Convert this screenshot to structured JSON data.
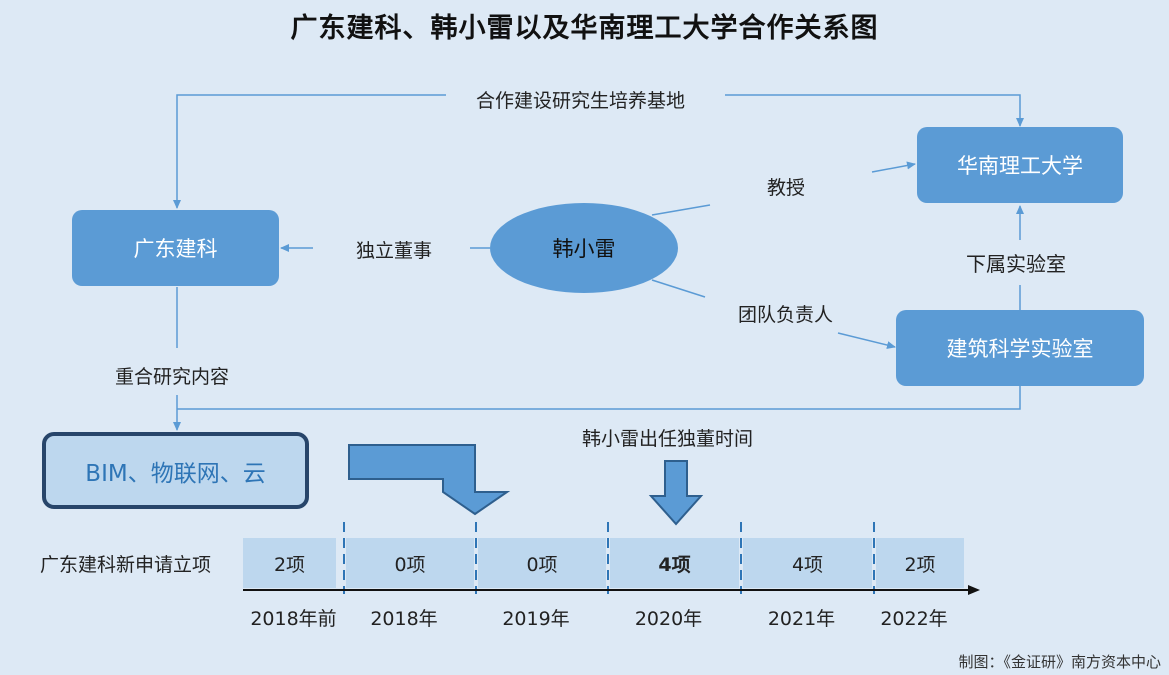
{
  "title": "广东建科、韩小雷以及华南理工大学合作关系图",
  "nodes": {
    "gdjk": "广东建科",
    "scut": "华南理工大学",
    "han": "韩小雷",
    "lab": "建筑科学实验室",
    "bim": "BIM、物联网、云"
  },
  "edges": {
    "base": "合作建设研究生培养基地",
    "professor": "教授",
    "director": "独立董事",
    "subordinate_lab": "下属实验室",
    "team_leader": "团队负责人",
    "overlap": "重合研究内容",
    "tenure": "韩小雷出任独董时间"
  },
  "timeline": {
    "row_label": "广东建科新申请立项",
    "periods": [
      {
        "year": "2018年前",
        "count": "2项",
        "highlight": false
      },
      {
        "year": "2018年",
        "count": "0项",
        "highlight": false
      },
      {
        "year": "2019年",
        "count": "0项",
        "highlight": false
      },
      {
        "year": "2020年",
        "count": "4项",
        "highlight": true
      },
      {
        "year": "2021年",
        "count": "4项",
        "highlight": false
      },
      {
        "year": "2022年",
        "count": "2项",
        "highlight": false
      }
    ]
  },
  "source": "制图：《金证研》南方资本中心",
  "colors": {
    "background": "#dde9f5",
    "node": "#5b9bd5",
    "cell": "#bdd7ee",
    "bim_border": "#27456a",
    "bim_text": "#2e75b6"
  }
}
